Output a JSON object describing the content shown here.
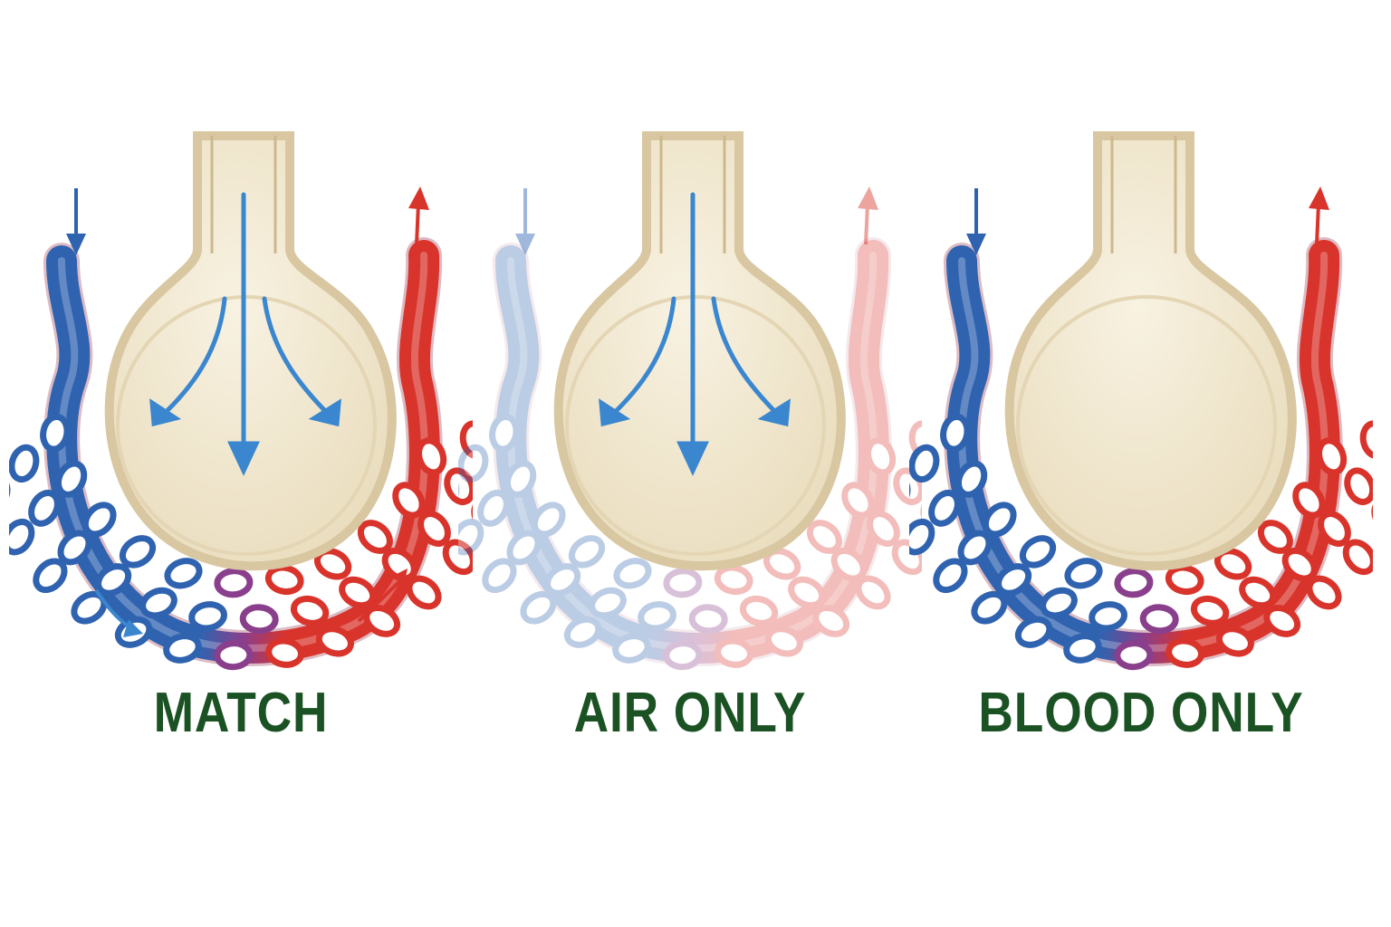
{
  "colors": {
    "deoxygenated": "#2f63b0",
    "oxygenated": "#d9342b",
    "mixed": "#8a3f8c",
    "alveolus_fill": "#f2e9d4",
    "alveolus_wall": "#d8c7a1",
    "air_arrow": "#3a86cf",
    "label": "#1b5223"
  },
  "panels": [
    {
      "id": "match",
      "label": "MATCH",
      "ventilation": true,
      "perfusion": true
    },
    {
      "id": "air-only",
      "label": "AIR ONLY",
      "ventilation": true,
      "perfusion": false
    },
    {
      "id": "blood-only",
      "label": "BLOOD ONLY",
      "ventilation": false,
      "perfusion": true
    }
  ]
}
